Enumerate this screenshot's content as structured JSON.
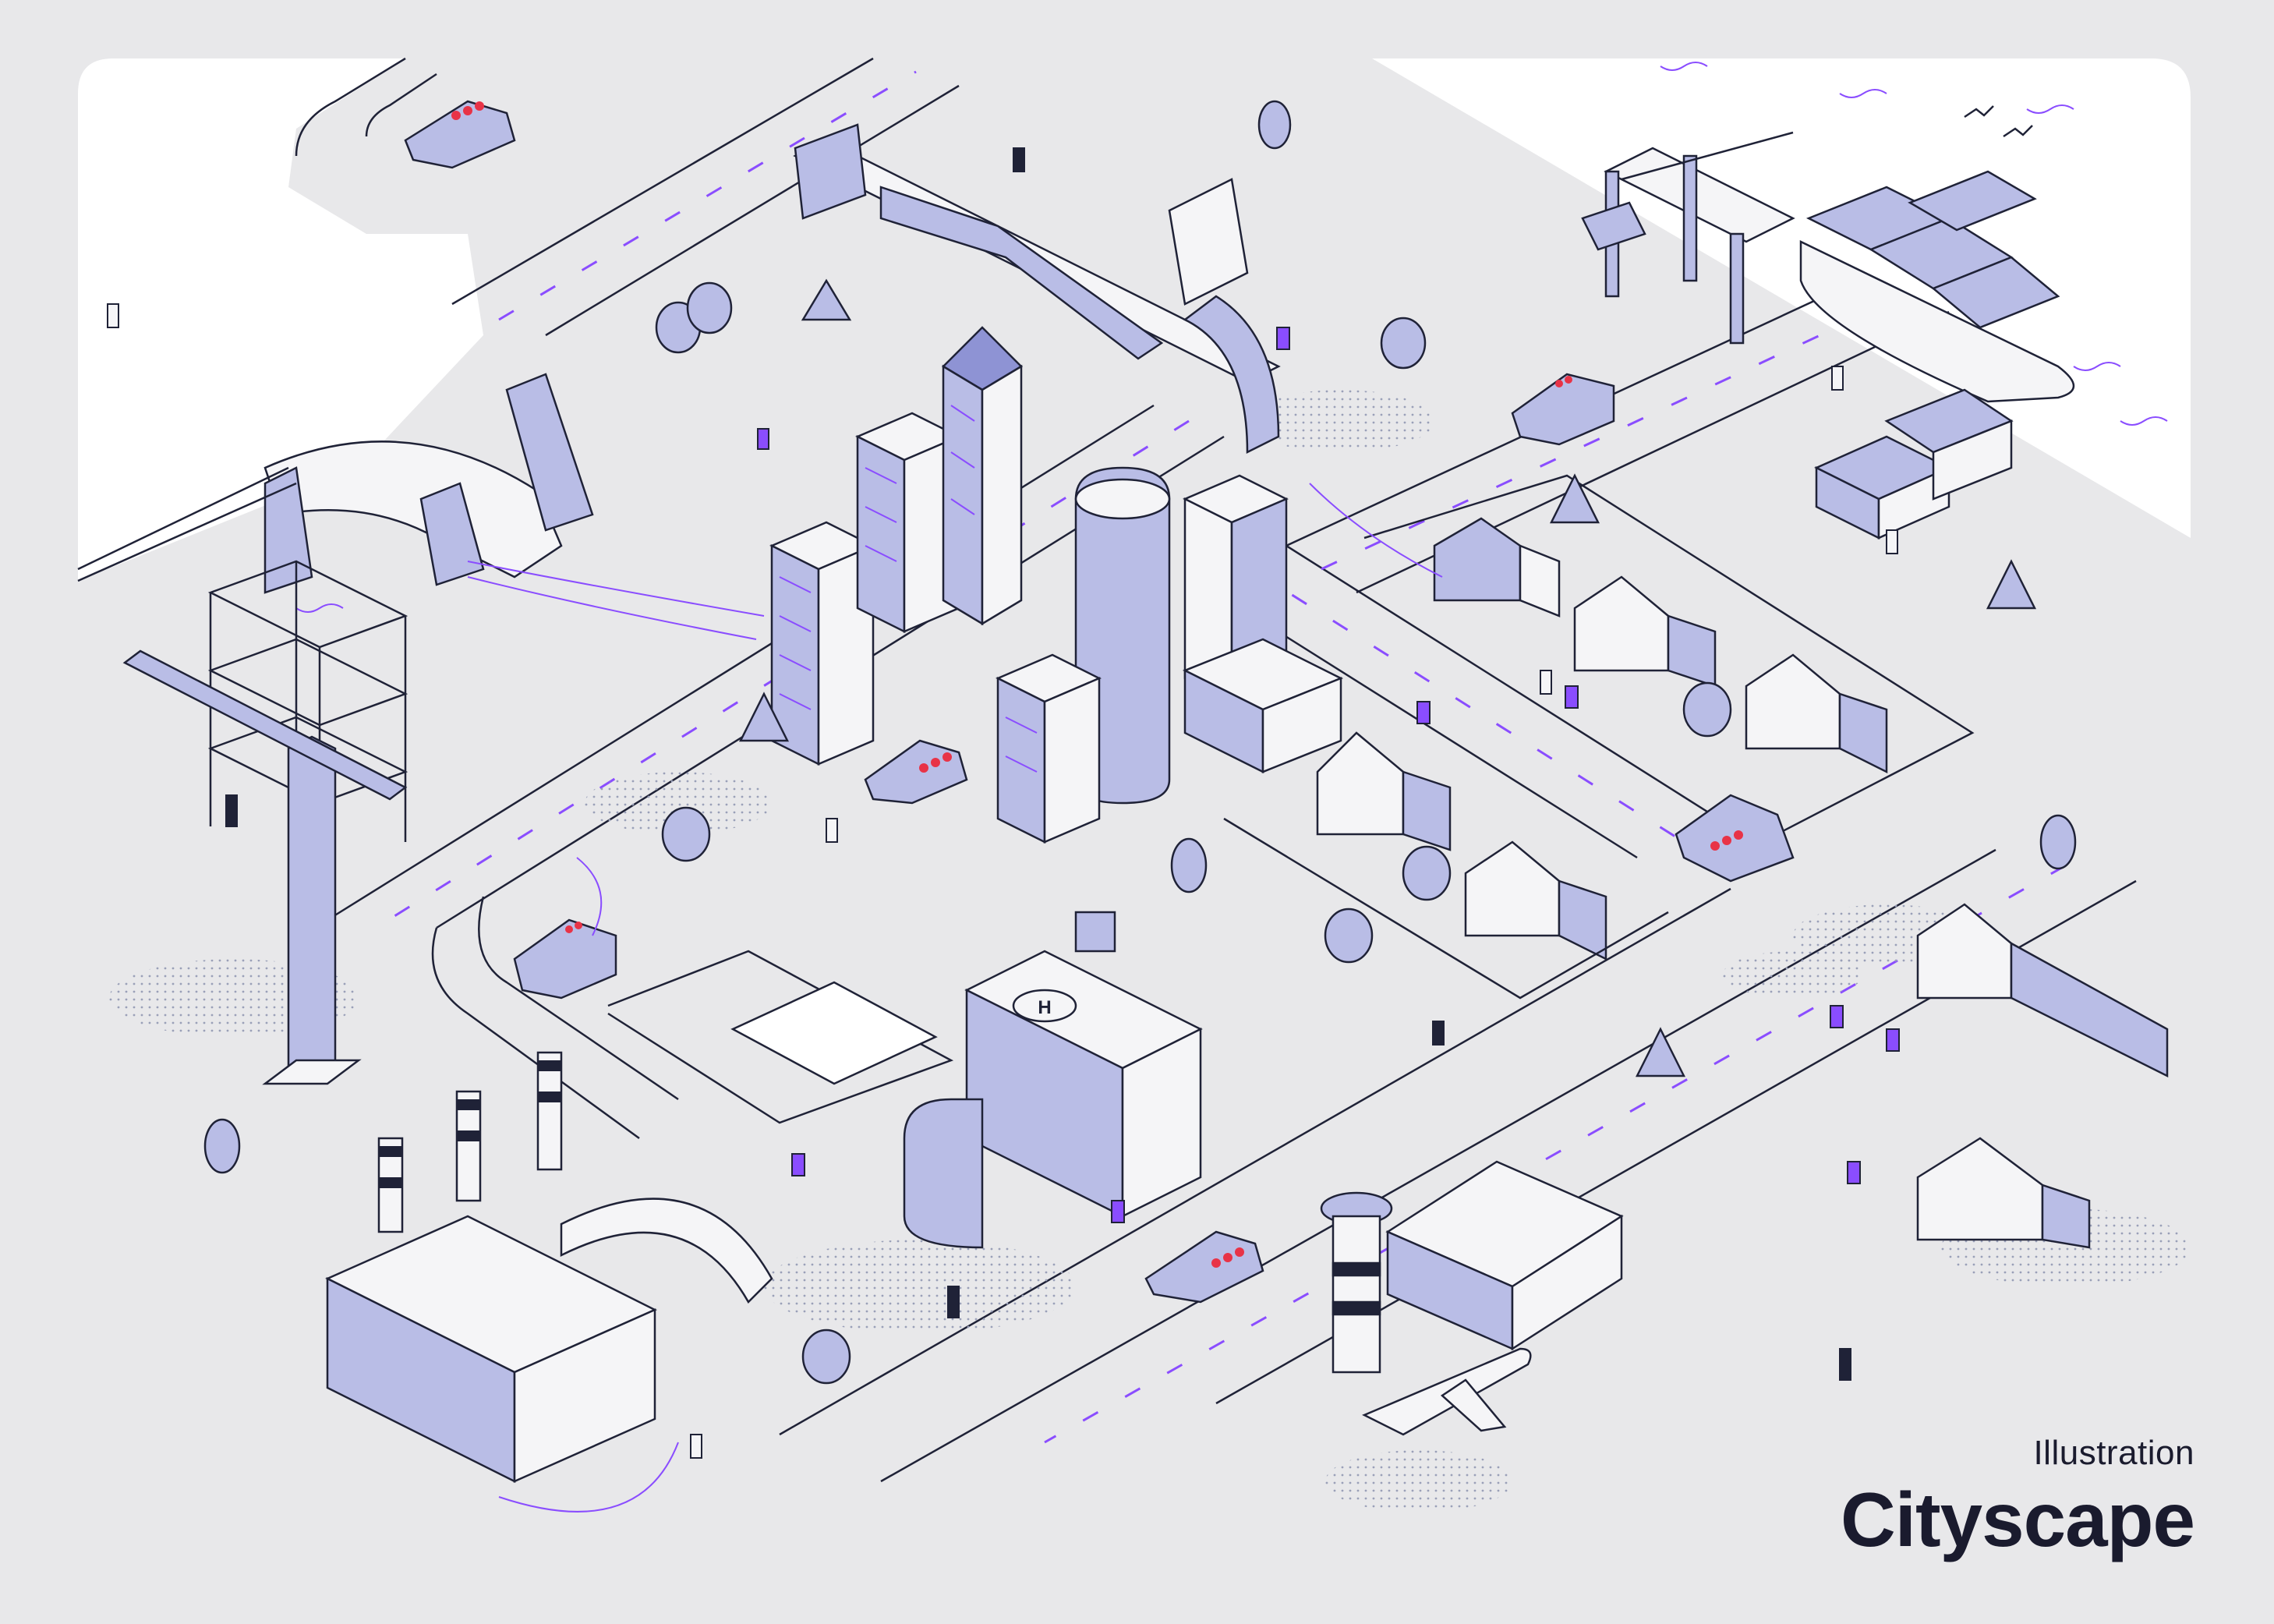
{
  "caption": {
    "subtitle": "Illustration",
    "title": "Cityscape"
  },
  "colors": {
    "background": "#e8e8ea",
    "line": "#1f2237",
    "fill_light": "#f5f5f7",
    "fill_blue": "#b9bde6",
    "fill_blue_dark": "#8e93d4",
    "accent_purple": "#8a4dff",
    "alert_red": "#e83347",
    "white_panel": "#ffffff"
  },
  "icons": {
    "helipad_mark": "H"
  }
}
